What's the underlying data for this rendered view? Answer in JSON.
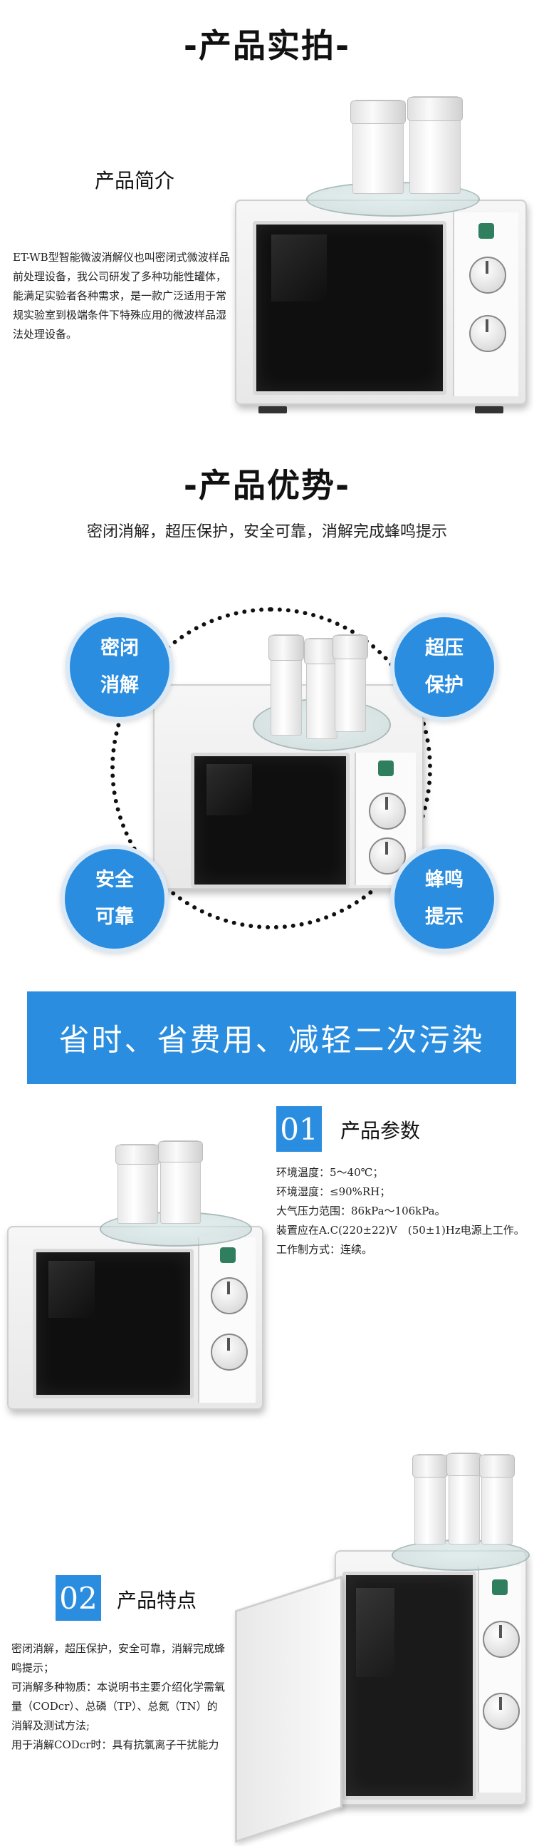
{
  "section1": {
    "title": "-产品实拍-",
    "intro_heading": "产品简介",
    "intro_text": "ET-WB型智能微波消解仪也叫密闭式微波样品前处理设备，我公司研发了多种功能性罐体，能满足实验者各种需求，是一款广泛适用于常规实验室到极端条件下特殊应用的微波样品湿法处理设备。"
  },
  "section2": {
    "title": "-产品优势-",
    "subtitle": "密闭消解，超压保护，安全可靠，消解完成蜂鸣提示",
    "badges": [
      {
        "line1": "密闭",
        "line2": "消解"
      },
      {
        "line1": "超压",
        "line2": "保护"
      },
      {
        "line1": "安全",
        "line2": "可靠"
      },
      {
        "line1": "蜂鸣",
        "line2": "提示"
      }
    ]
  },
  "banner": {
    "text": "省时、省费用、减轻二次污染"
  },
  "params": {
    "number": "01",
    "heading": "产品参数",
    "lines": [
      "环境温度：5～40℃；",
      "环境湿度：≤90%RH；",
      "大气压力范围：86kPa～106kPa。",
      "装置应在A.C(220±22)V　(50±1)Hz电源上工作。",
      "工作制方式：连续。"
    ]
  },
  "features": {
    "number": "02",
    "heading": "产品特点",
    "lines": [
      "密闭消解，超压保护，安全可靠，消解完成蜂鸣提示；",
      "可消解多种物质：本说明书主要介绍化学需氧量（CODcr）、总磷（TP）、总氮（TN）的消解及测试方法;",
      "用于消解CODcr时：具有抗氯离子干扰能力"
    ]
  },
  "colors": {
    "accent": "#2a8de0"
  }
}
